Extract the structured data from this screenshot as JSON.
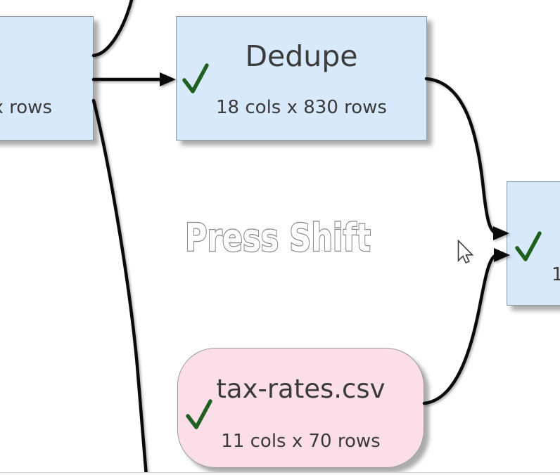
{
  "overlay": {
    "hint": "Press Shift"
  },
  "nodes": {
    "upstream": {
      "stats_fragment": "x rows"
    },
    "dedupe": {
      "title": "Dedupe",
      "stats": "18 cols x 830 rows"
    },
    "taxrates": {
      "title": "tax-rates.csv",
      "stats": "11 cols x 70 rows"
    },
    "downstream": {
      "stats_fragment": "1"
    }
  },
  "icons": {
    "status_check": "✓",
    "cursor": "arrow-pointer",
    "arrowhead": "filled-right-triangle"
  },
  "colors": {
    "node_blue_fill": "#d7e9fa",
    "node_blue_border": "#8d9aa7",
    "node_pink_fill": "#fbdee8",
    "node_pink_border": "#9b9b9b",
    "check_green": "#1f5f1f",
    "edge_black": "#0a0a0a",
    "text_dark": "#3a3a3a",
    "hint_outline": "#878787",
    "hint_fill": "#ffffff",
    "canvas_bg": "#ffffff"
  }
}
